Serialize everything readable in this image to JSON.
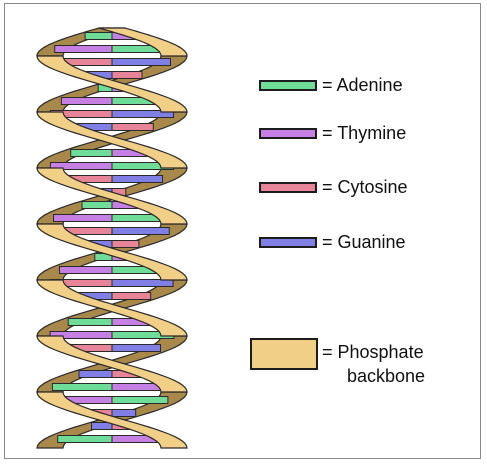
{
  "legend": {
    "adenine": {
      "label": "= Adenine",
      "color": "#6fdc97"
    },
    "thymine": {
      "label": "= Thymine",
      "color": "#c67fe3"
    },
    "cytosine": {
      "label": "= Cytosine",
      "color": "#e88497"
    },
    "guanine": {
      "label": "= Guanine",
      "color": "#7f7fe6"
    },
    "backbone": {
      "line1": "= Phosphate",
      "line2": "backbone",
      "color": "#f2cf86"
    }
  },
  "colors": {
    "backbone_fill": "#f2cf86",
    "backbone_shadow": "#a8894a",
    "outline": "#2a2a2a"
  }
}
